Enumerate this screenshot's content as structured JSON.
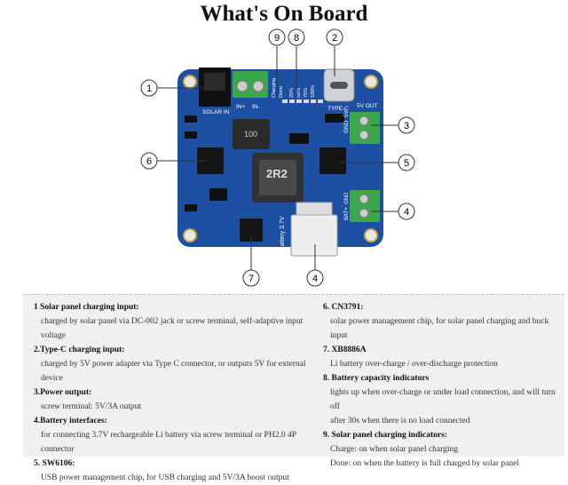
{
  "title": "What's On Board",
  "callouts": [
    "1",
    "2",
    "3",
    "4",
    "4",
    "5",
    "6",
    "7",
    "8",
    "9"
  ],
  "board_labels": {
    "solar_in": "SOLAR IN",
    "in_plus": "IN+",
    "in_minus": "IN-",
    "type_c": "TYPE-C",
    "vout": "5V OUT",
    "gnd": "GND",
    "five_v": "5V",
    "inductor": "2R2",
    "inductor2": "100",
    "battery": "Battery 3.7V",
    "bat_gnd": "GND",
    "bat_plus": "BAT+",
    "charging": "Charging",
    "done": "Done",
    "p25": "25%",
    "p50": "50%",
    "p75": "75%",
    "p100": "100%"
  },
  "legend": {
    "left": [
      {
        "title": "1 Solar panel charging input:",
        "desc": [
          "charged by solar panel via DC-002 jack or screw terminal, self-adaptive input voltage"
        ]
      },
      {
        "title": "2.Type-C charging input:",
        "desc": [
          "charged by 5V power adapter via Type C connector, or outputs 5V for external device"
        ]
      },
      {
        "title": "3.Power output:",
        "desc": [
          "screw terminal: 5V/3A output"
        ]
      },
      {
        "title": "4.Battery interfaces:",
        "desc": [
          "for connecting 3.7V rechargeable Li battery via screw terminal or PH2.0 4P connector"
        ]
      },
      {
        "title": "5. SW6106:",
        "desc": [
          "USB power management chip, for USB charging and 5V/3A boost output"
        ]
      }
    ],
    "right": [
      {
        "title": "6. CN3791:",
        "desc": [
          "solar power management chip, for solar panel charging and buck input"
        ]
      },
      {
        "title": "7. XB8886A",
        "desc": [
          "Li battery over-charge / over-discharge protection"
        ]
      },
      {
        "title": "8. Battery capacity indicators",
        "desc": [
          "lights up when over-charge or under load connection, and will turn off",
          "after 30s when there is no load connected"
        ]
      },
      {
        "title": "9. Solar panel charging indicators:",
        "desc": [
          "Charge: on when solar panel charging",
          "Done: on when the battery is full charged by solar panel"
        ]
      }
    ]
  },
  "colors": {
    "pcb": "#1d4fa3",
    "terminal": "#3aa84a",
    "chip": "#151515"
  }
}
